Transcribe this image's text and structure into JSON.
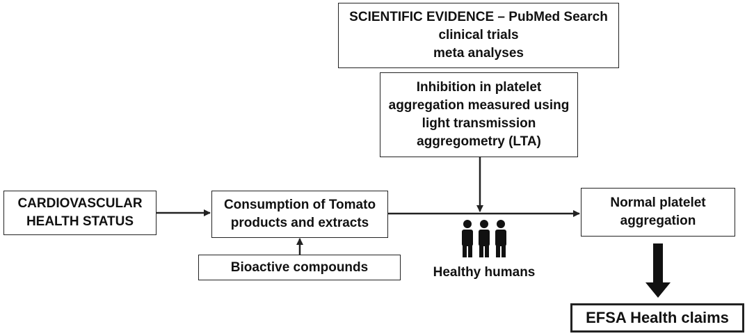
{
  "evidence_box": {
    "lines": [
      "SCIENTIFIC EVIDENCE – PubMed Search",
      "clinical trials",
      "meta analyses"
    ]
  },
  "lta_box": {
    "lines": [
      "Inhibition in platelet",
      "aggregation measured using",
      "light transmission",
      "aggregometry (LTA)"
    ]
  },
  "cardio_box": {
    "lines": [
      "CARDIOVASCULAR",
      "HEALTH STATUS"
    ]
  },
  "consumption_box": {
    "lines": [
      "Consumption of Tomato",
      "products and extracts"
    ]
  },
  "normal_box": {
    "lines": [
      "Normal platelet",
      "aggregation"
    ]
  },
  "bioactive_box": {
    "label": "Bioactive compounds"
  },
  "humans": {
    "label": "Healthy humans",
    "icon": "people-group-icon"
  },
  "efsa_box": {
    "label": "EFSA Health claims"
  },
  "colors": {
    "stroke": "#222222",
    "text": "#111111",
    "background": "#ffffff"
  }
}
